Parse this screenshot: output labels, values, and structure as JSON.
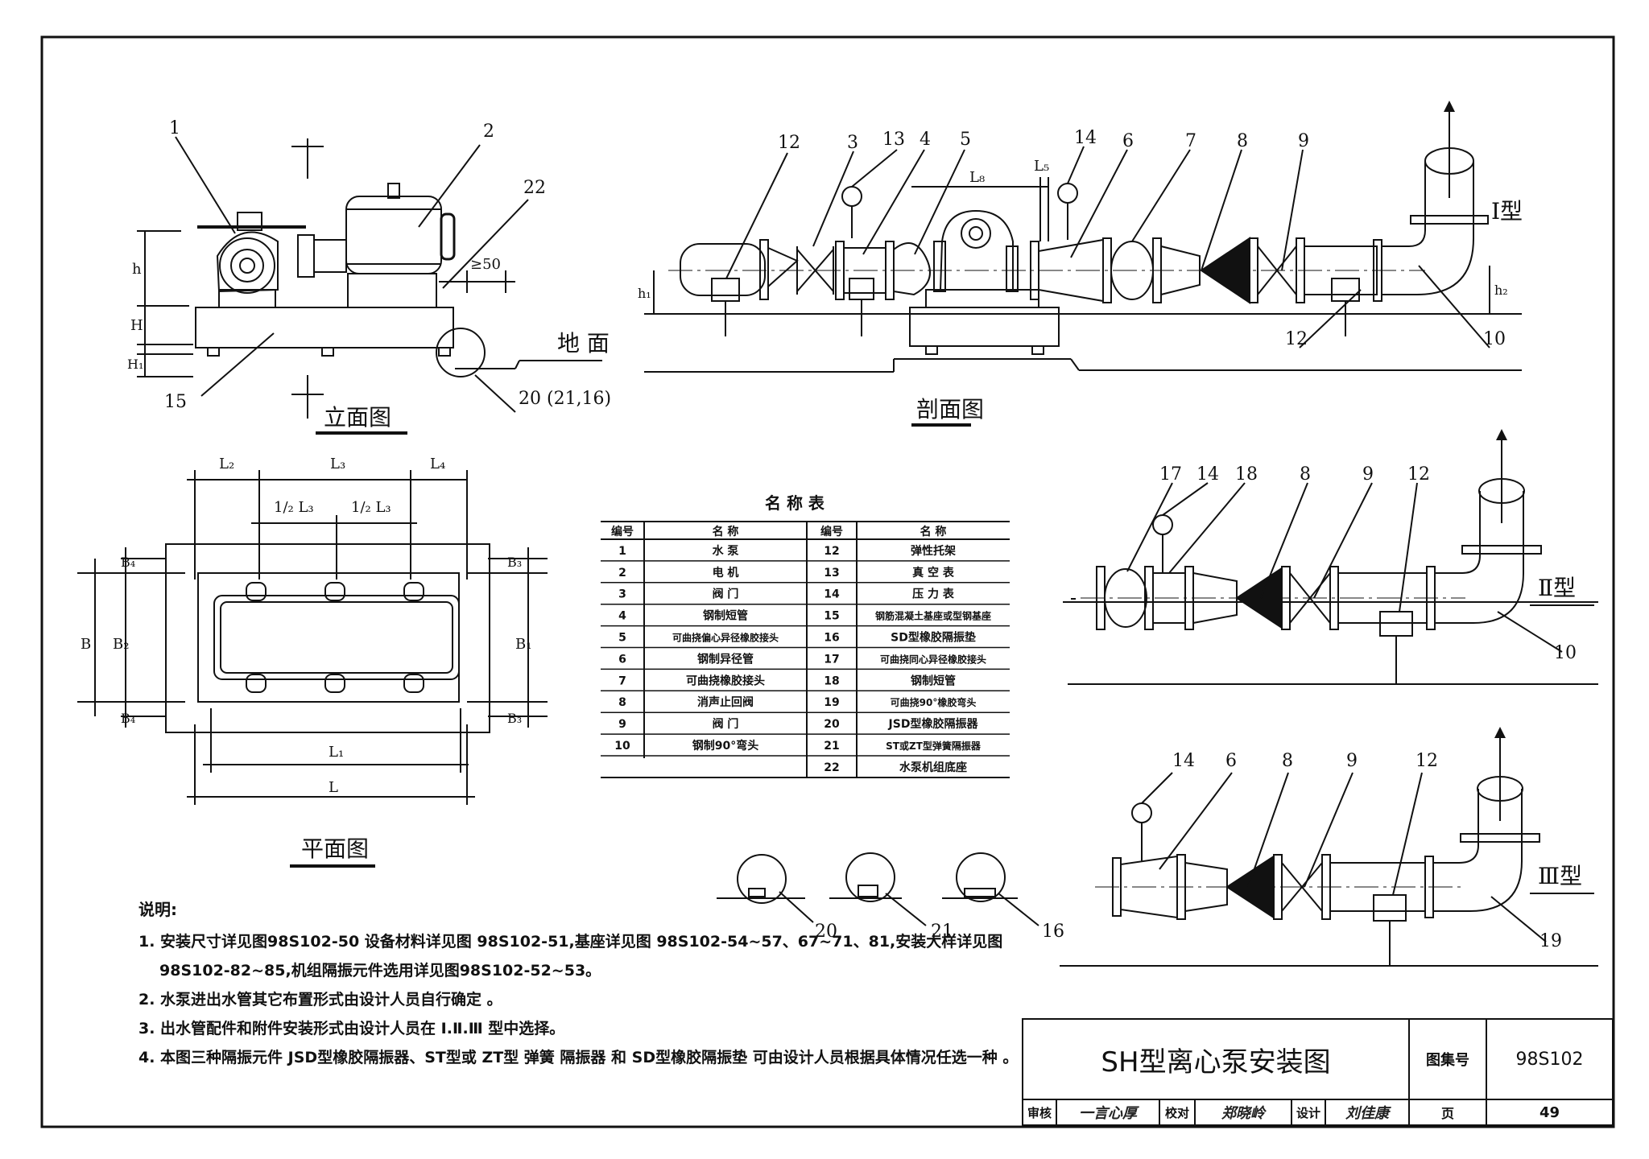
{
  "drawing": {
    "title": "SH型离心泵安装图",
    "atlas_label": "图集号",
    "atlas_no": "98S102",
    "page_label": "页",
    "page_no": "49",
    "review_label": "审核",
    "reviewer": "一言心厚",
    "check_label": "校对",
    "checker": "郑晓岭",
    "design_label": "设计",
    "designer": "刘佳康"
  },
  "views": {
    "elevation": "立面图",
    "section": "剖面图",
    "plan": "平面图",
    "ground": "地  面",
    "type1": "Ⅰ型",
    "type2": "Ⅱ型",
    "type3": "Ⅲ型"
  },
  "dims": {
    "h": "h",
    "H": "H",
    "H1": "H₁",
    "ge50": "≥50",
    "h1": "h₁",
    "h2": "h₂",
    "L8": "L₈",
    "L5": "L₅",
    "L2": "L₂",
    "L3": "L₃",
    "L4": "L₄",
    "halfL3a": "1/₂ L₃",
    "halfL3b": "1/₂ L₃",
    "B": "B",
    "B2": "B₂",
    "B4a": "B₄",
    "B4b": "B₄",
    "B1": "B₁",
    "B3a": "B₃",
    "B3b": "B₃",
    "L1": "L₁",
    "L": "L"
  },
  "callouts": {
    "elev": [
      "1",
      "2",
      "22",
      "15",
      "20 (21,16)"
    ],
    "sect": [
      "12",
      "3",
      "13",
      "4",
      "5",
      "14",
      "6",
      "7",
      "8",
      "9",
      "12",
      "10"
    ],
    "t2": [
      "17",
      "14",
      "18",
      "8",
      "9",
      "12",
      "10"
    ],
    "t3": [
      "14",
      "6",
      "8",
      "9",
      "12",
      "19"
    ],
    "details": [
      "20",
      "21",
      "16"
    ]
  },
  "parts_table": {
    "title": "名 称 表",
    "headers": [
      "编号",
      "名   称",
      "编号",
      "名   称"
    ],
    "rows": [
      [
        "1",
        "水   泵",
        "12",
        "弹性托架"
      ],
      [
        "2",
        "电   机",
        "13",
        "真 空 表"
      ],
      [
        "3",
        "阀   门",
        "14",
        "压 力 表"
      ],
      [
        "4",
        "钢制短管",
        "15",
        "钢筋混凝土基座或型钢基座"
      ],
      [
        "5",
        "可曲挠偏心异径橡胶接头",
        "16",
        "SD型橡胶隔振垫"
      ],
      [
        "6",
        "钢制异径管",
        "17",
        "可曲挠同心异径橡胶接头"
      ],
      [
        "7",
        "可曲挠橡胶接头",
        "18",
        "钢制短管"
      ],
      [
        "8",
        "消声止回阀",
        "19",
        "可曲挠90°橡胶弯头"
      ],
      [
        "9",
        "阀   门",
        "20",
        "JSD型橡胶隔振器"
      ],
      [
        "10",
        "钢制90°弯头",
        "21",
        "ST或ZT型弹簧隔振器"
      ],
      [
        "",
        "",
        "22",
        "水泵机组底座"
      ]
    ]
  },
  "notes": {
    "heading": "说明:",
    "items": [
      "1. 安装尺寸详见图98S102-50  设备材料详见图 98S102-51,基座详见图 98S102-54~57、67~71、81,安装大样详见图98S102-82~85,机组隔振元件选用详见图98S102-52~53。",
      "2. 水泵进出水管其它布置形式由设计人员自行确定 。",
      "3. 出水管配件和附件安装形式由设计人员在 Ⅰ.Ⅱ.Ⅲ 型中选择。",
      "4. 本图三种隔振元件 JSD型橡胶隔振器、ST型或 ZT型 弹簧 隔振器 和 SD型橡胶隔振垫 可由设计人员根据具体情况任选一种 。"
    ]
  }
}
